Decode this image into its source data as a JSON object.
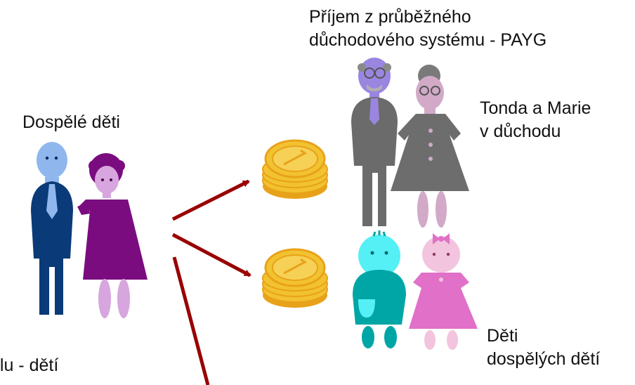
{
  "labels": {
    "adult_children": "Dospělé děti",
    "payg_line1": "Příjem z průběžného",
    "payg_line2": "důchodového systému - PAYG",
    "retired_line1": "Tonda a Marie",
    "retired_line2": "v důchodu",
    "kids_line1": "Děti",
    "kids_line2": "dospělých dětí",
    "cut_text": "alu - dětí"
  },
  "colors": {
    "arrow": "#990000",
    "coin": "#F2C230",
    "coin_edge": "#E8A21A",
    "adult_man": "#0A3A78",
    "adult_man_head": "#8FB7EE",
    "adult_woman": "#7A0C80",
    "adult_woman_skin": "#D7A6DE",
    "old_man": "#6B6B6B",
    "old_man_head": "#9A86E0",
    "old_woman": "#6D6D6D",
    "old_woman_skin": "#D2AAC8",
    "boy": "#00A6A6",
    "boy_head": "#55F0F5",
    "girl": "#E070C8",
    "girl_skin": "#F3C4DD"
  },
  "icons": [
    "man-figure",
    "woman-figure",
    "coin-stack-icon",
    "arrow",
    "old-man-figure",
    "old-woman-figure",
    "boy-figure",
    "girl-figure"
  ]
}
